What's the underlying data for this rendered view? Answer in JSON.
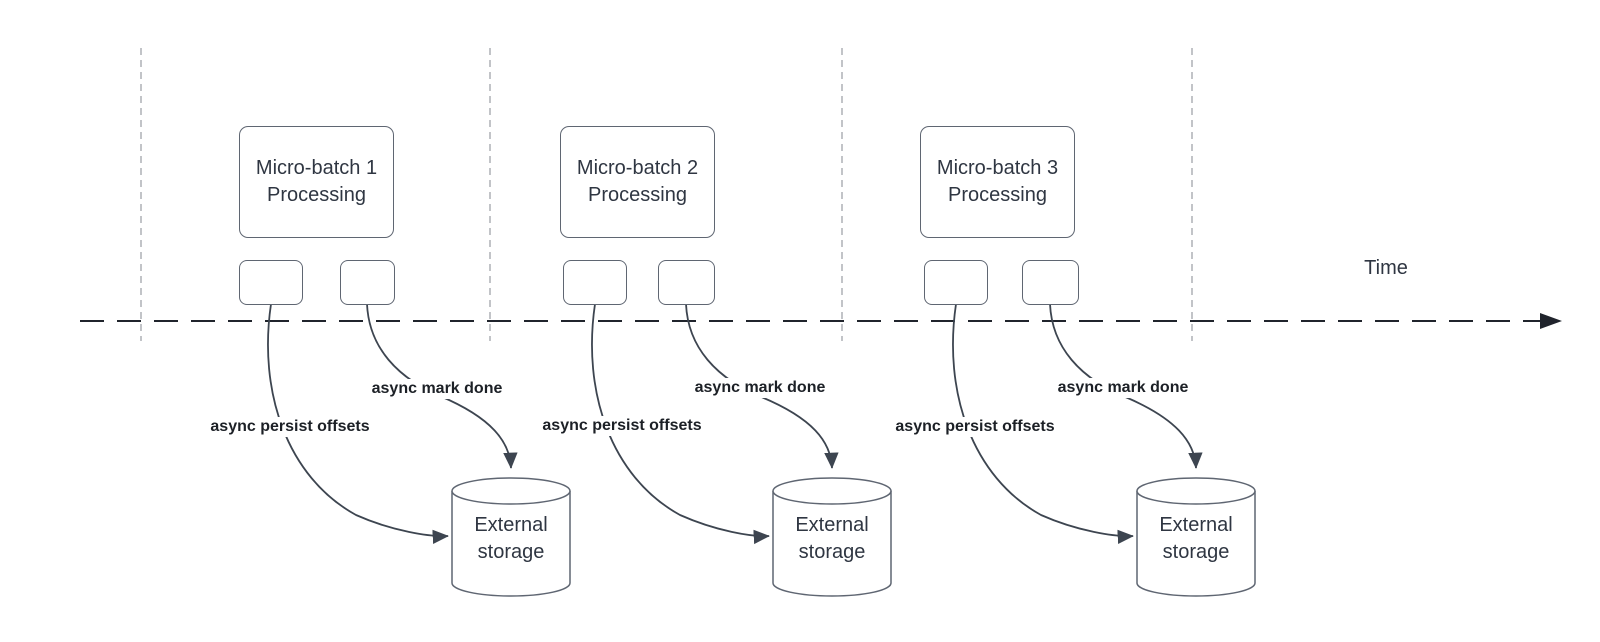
{
  "diagram": {
    "time_axis_label": "Time",
    "groups": [
      {
        "batch_title_line1": "Micro-batch 1",
        "batch_title_line2": "Processing",
        "persist_arrow_label": "async persist offsets",
        "mark_arrow_label": "async mark done",
        "storage_line1": "External",
        "storage_line2": "storage"
      },
      {
        "batch_title_line1": "Micro-batch 2",
        "batch_title_line2": "Processing",
        "persist_arrow_label": "async persist offsets",
        "mark_arrow_label": "async mark done",
        "storage_line1": "External",
        "storage_line2": "storage"
      },
      {
        "batch_title_line1": "Micro-batch 3",
        "batch_title_line2": "Processing",
        "persist_arrow_label": "async persist offsets",
        "mark_arrow_label": "async mark done",
        "storage_line1": "External",
        "storage_line2": "storage"
      }
    ],
    "colors": {
      "axis": "#20242c",
      "gridline": "#aeb1b6",
      "arrow": "#3d4550",
      "shape_border": "#5f6672",
      "text": "#2f3642",
      "label": "#1c2026",
      "bg": "#ffffff"
    }
  }
}
